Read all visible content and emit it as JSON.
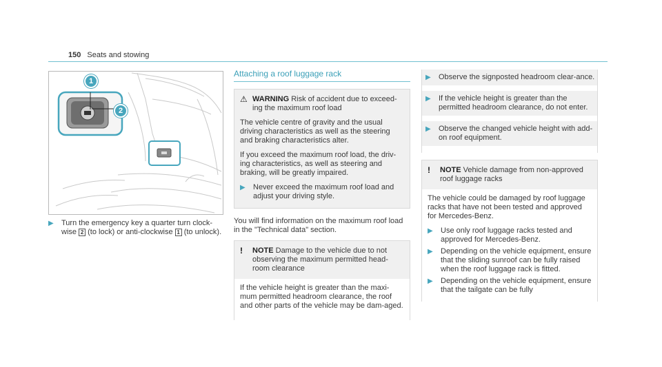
{
  "header": {
    "page_number": "150",
    "section": "Seats and stowing"
  },
  "figure": {
    "callouts": [
      "1",
      "2"
    ]
  },
  "col1": {
    "step": {
      "t1": "Turn the emergency key a quarter turn clock-wise ",
      "n1": "2",
      "t2": " (to lock) or anti-clockwise ",
      "n2": "1",
      "t3": " (to unlock)."
    }
  },
  "col2": {
    "title": "Attaching a roof luggage rack",
    "warning": {
      "symbol": "⚠",
      "label": "WARNING",
      "text": " Risk of accident due to exceed-ing the maximum roof load",
      "p1": "The vehicle centre of gravity and the usual driving characteristics as well as the steering and braking characteristics alter.",
      "p2": "If you exceed the maximum roof load, the driv-ing characteristics, as well as steering and braking, will be greatly impaired.",
      "step": "Never exceed the maximum roof load and adjust your driving style."
    },
    "info": "You will find information on the maximum roof load in the \"Technical data\" section.",
    "note": {
      "symbol": "!",
      "label": "NOTE",
      "text": " Damage to the vehicle due to not observing the maximum permitted head-room clearance",
      "body": "If the vehicle height is greater than the maxi-mum permitted headroom clearance, the roof and other parts of the vehicle may be dam-aged."
    }
  },
  "col3": {
    "steps": [
      "Observe the signposted headroom clear-ance.",
      "If the vehicle height is greater than the permitted headroom clearance, do not enter.",
      "Observe the changed vehicle height with add-on roof equipment."
    ],
    "note": {
      "symbol": "!",
      "label": "NOTE",
      "text": " Vehicle damage from non-approved roof luggage racks",
      "body": "The vehicle could be damaged by roof luggage racks that have not been tested and approved for Mercedes-Benz.",
      "steps": [
        "Use only roof luggage racks tested and approved for Mercedes-Benz.",
        "Depending on the vehicle equipment, ensure that the sliding sunroof can be fully raised when the roof luggage rack is fitted.",
        "Depending on the vehicle equipment, ensure that the tailgate can be fully"
      ]
    }
  }
}
